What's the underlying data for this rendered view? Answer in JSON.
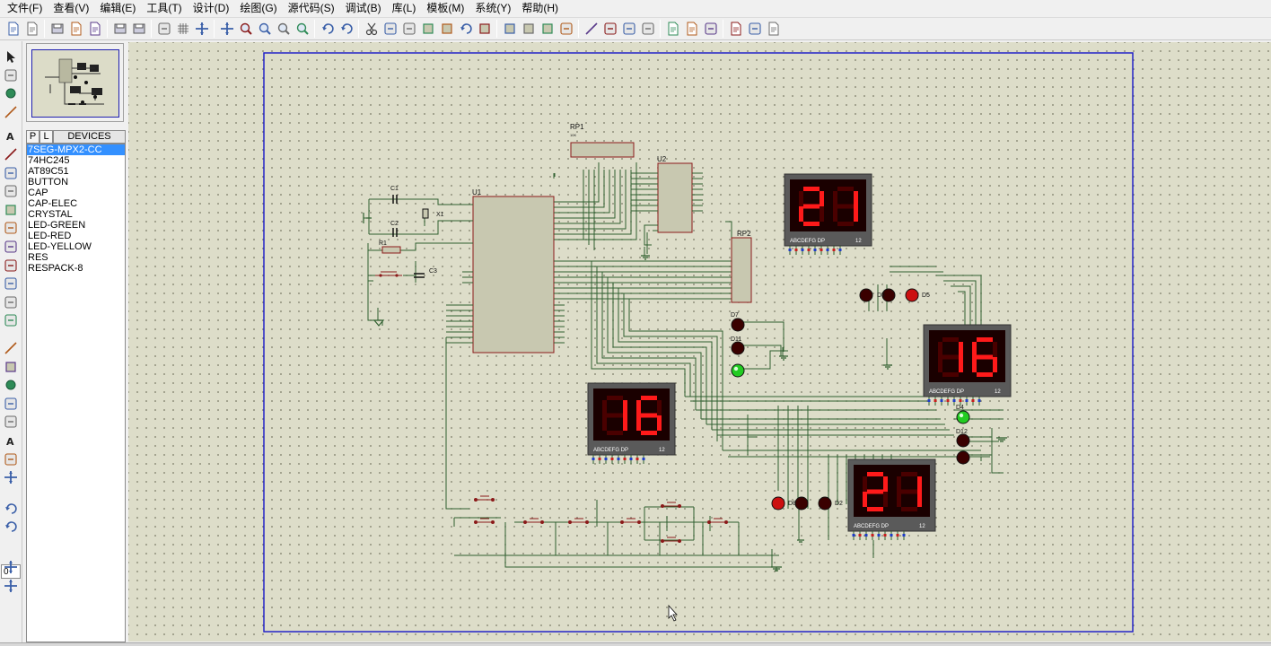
{
  "menu": {
    "items": [
      "文件(F)",
      "查看(V)",
      "编辑(E)",
      "工具(T)",
      "设计(D)",
      "绘图(G)",
      "源代码(S)",
      "调试(B)",
      "库(L)",
      "模板(M)",
      "系统(Y)",
      "帮助(H)"
    ]
  },
  "toolbar": {
    "icons": [
      "new-file-icon",
      "open-file-icon",
      "save-icon",
      "import-icon",
      "export-icon",
      "print-icon",
      "print-area-icon",
      "refresh-icon",
      "grid-icon",
      "origin-icon",
      "pan-icon",
      "zoom-in-icon",
      "zoom-out-icon",
      "zoom-all-icon",
      "zoom-area-icon",
      "undo-icon",
      "redo-icon",
      "cut-icon",
      "copy-icon",
      "paste-icon",
      "block-copy-icon",
      "block-move-icon",
      "block-rotate-icon",
      "block-delete-icon",
      "pick-device-icon",
      "make-device-icon",
      "packaging-icon",
      "decompose-icon",
      "wire-autorouter-icon",
      "search-tag-icon",
      "property-tool-icon",
      "design-explorer-icon",
      "new-sheet-icon",
      "remove-sheet-icon",
      "exit-parent-icon",
      "bom-icon",
      "electrical-rule-check-icon",
      "netlist-to-ares-icon"
    ]
  },
  "lefttools": {
    "icons": [
      "selection-mode-icon",
      "component-mode-icon",
      "junction-dot-icon",
      "wire-label-icon",
      "text-script-icon",
      "bus-icon",
      "subcircuit-icon",
      "terminals-icon",
      "device-pin-icon",
      "graph-icon",
      "tape-recorder-icon",
      "generator-icon",
      "voltage-probe-icon",
      "current-probe-icon",
      "virtual-instrument-icon",
      "line-icon",
      "box-icon",
      "circle-icon",
      "arc-icon",
      "path-icon",
      "text-icon",
      "symbol-icon",
      "marker-icon",
      "rotate-cw-icon",
      "rotate-ccw-icon",
      "mirror-x-icon",
      "mirror-y-icon"
    ],
    "angle_value": "0"
  },
  "devices": {
    "tab_p": "P",
    "tab_l": "L",
    "title": "DEVICES",
    "items": [
      "7SEG-MPX2-CC",
      "74HC245",
      "AT89C51",
      "BUTTON",
      "CAP",
      "CAP-ELEC",
      "CRYSTAL",
      "LED-GREEN",
      "LED-RED",
      "LED-YELLOW",
      "RES",
      "RESPACK-8"
    ],
    "selected_index": 0
  },
  "schematic": {
    "refs": {
      "rp1": "RP1",
      "u2": "U2",
      "u1": "U1",
      "c1": "C1",
      "c2": "C2",
      "c3": "C3",
      "x1": "X1",
      "r1": "R1",
      "rp2": "RP2",
      "d7": "D7",
      "d11": "D11",
      "d4": "D4",
      "d12": "D12",
      "d8": "D8",
      "d2": "D2",
      "d5": "D5",
      "d3": "D3"
    },
    "displays": [
      {
        "id": "disp-top-right",
        "digits": "21",
        "pins": "ABCDEFG  DP",
        "pins2": "12"
      },
      {
        "id": "disp-right",
        "digits": "16",
        "pins": "ABCDEFG  DP",
        "pins2": "12"
      },
      {
        "id": "disp-center",
        "digits": "16",
        "pins": "ABCDEFG  DP",
        "pins2": "12"
      },
      {
        "id": "disp-bottom",
        "digits": "21",
        "pins": "ABCDEFG  DP",
        "pins2": "12"
      }
    ],
    "colors": {
      "wire": "#2f5f2f",
      "component_body": "#c8c8b0",
      "component_outline": "#8b1a1a",
      "seg_on": "#ff1a1a",
      "seg_bg": "#1a0000",
      "display_frame": "#5a5a5a",
      "led_red": "#cc1010",
      "led_dark": "#3a0000",
      "led_green": "#22cc22",
      "sheet_border": "#2323c8"
    }
  }
}
